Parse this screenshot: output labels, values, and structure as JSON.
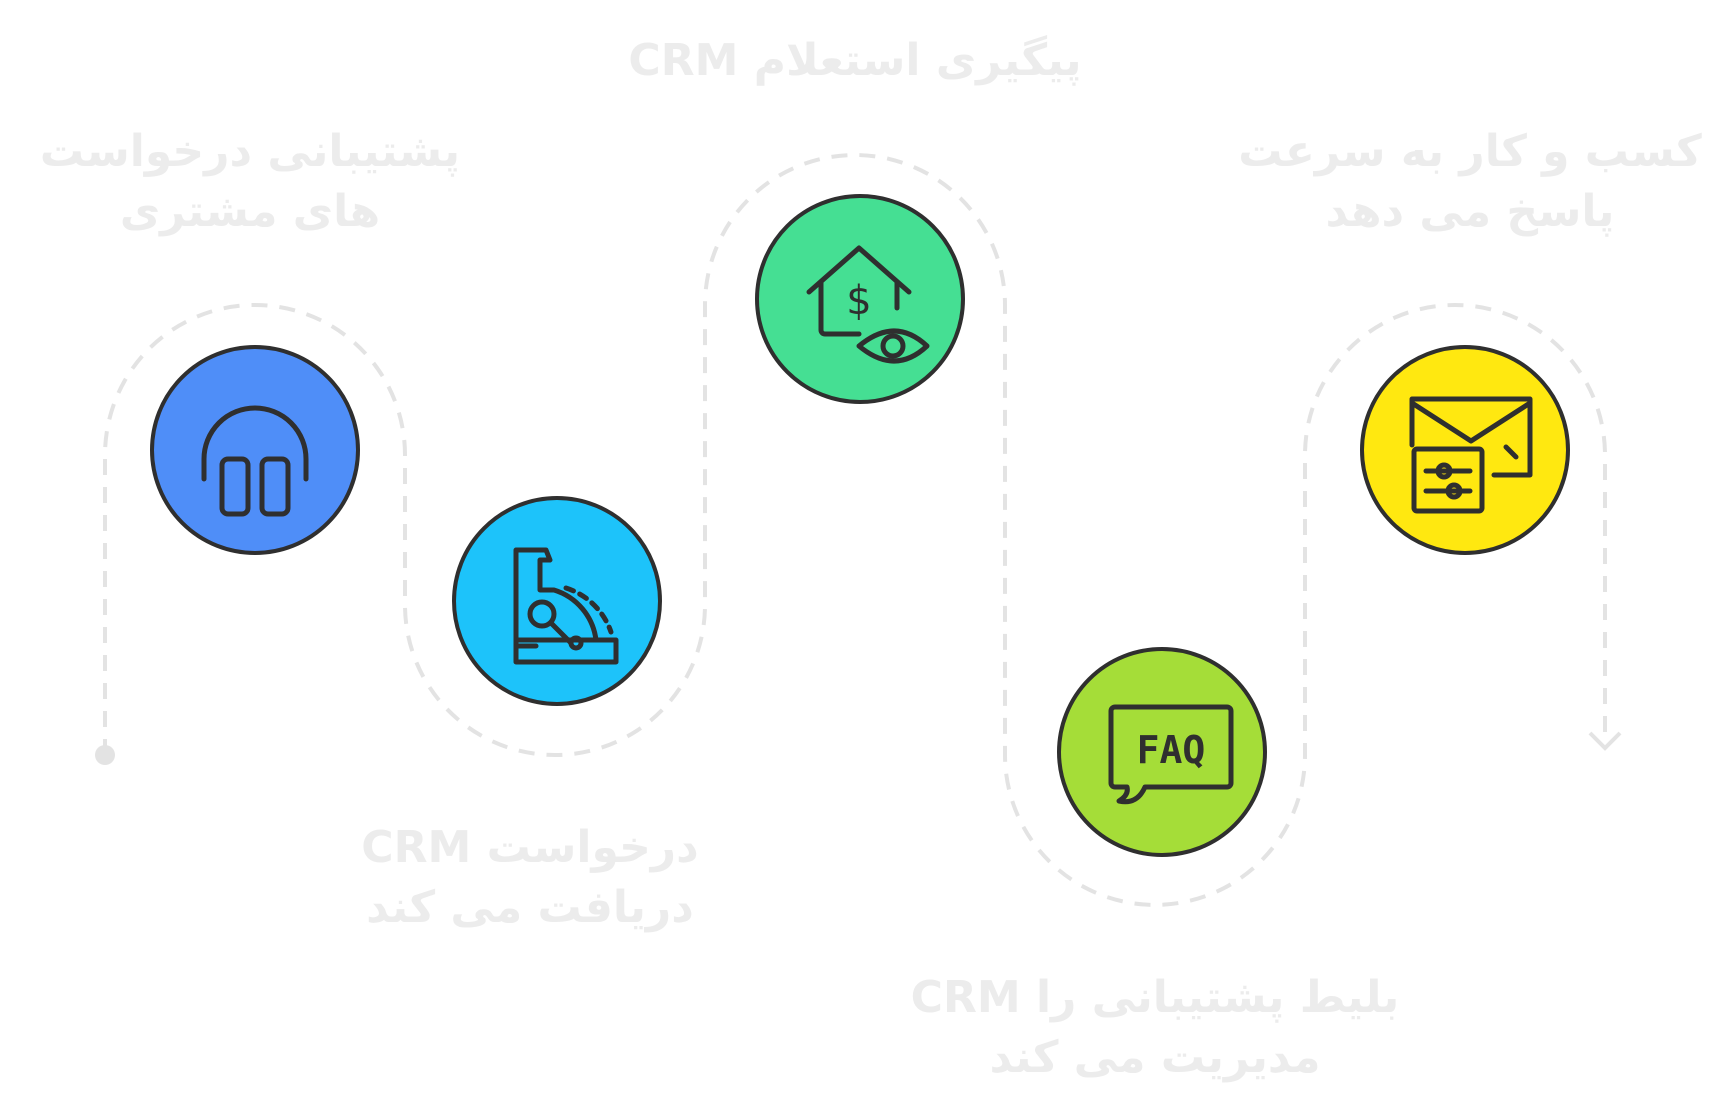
{
  "steps": [
    {
      "label_lines": [
        "پشتیبانی درخواست",
        "های مشتری"
      ],
      "icon": "headset-icon",
      "color": "#4f8ef8"
    },
    {
      "label_lines": [
        "درخواست CRM",
        "دریافت می کند"
      ],
      "icon": "cash-register-icon",
      "color": "#1dc3fa"
    },
    {
      "label_lines": [
        "پیگیری استعلام CRM"
      ],
      "icon": "house-dollar-eye-icon",
      "color": "#45df93"
    },
    {
      "label_lines": [
        "بلیط پشتیبانی را CRM",
        "مدیریت می کند"
      ],
      "icon": "faq-chat-icon",
      "color": "#a5dd38"
    },
    {
      "label_lines": [
        "کسب و کار به سرعت",
        "پاسخ می دهد"
      ],
      "icon": "mail-settings-icon",
      "color": "#ffe810"
    }
  ],
  "faq_text": "FAQ",
  "currency_symbol": "$"
}
